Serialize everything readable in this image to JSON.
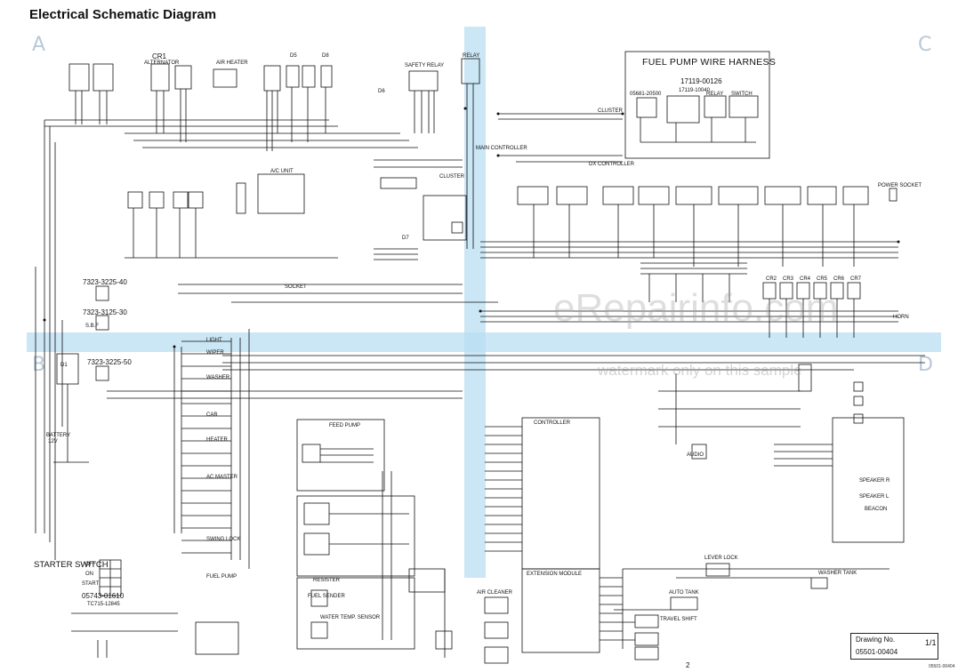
{
  "title": "Electrical Schematic Diagram",
  "zones": {
    "a": "A",
    "b": "B",
    "c": "C",
    "d": "D"
  },
  "watermark": {
    "main": "eRepairinfo.com",
    "sub": "watermark only on this sample"
  },
  "fuel_pump_harness": {
    "title": "FUEL PUMP WIRE HARNESS",
    "part_number": "17119-00126",
    "relay_label": "RELAY",
    "switch_label": "SWITCH",
    "relay_part": "17119-10040",
    "left_part": "05681-20500"
  },
  "components": {
    "cr1": "CR1",
    "alternator": "ALTERNATOR",
    "air_heater": "AIR HEATER",
    "safety_relay": "SAFETY RELAY",
    "relay": "RELAY",
    "cluster": "CLUSTER",
    "main_controller": "MAIN CONTROLLER",
    "dx_controller": "DX CONTROLLER",
    "ac_unit": "A/C UNIT",
    "socket": "SOCKET",
    "light": "LIGHT",
    "wiper": "WIPER",
    "cab": "CAB",
    "heater": "HEATER",
    "feed_pump": "FEED PUMP",
    "controller": "CONTROLLER",
    "extension_module": "EXTENSION MODULE",
    "air_cleaner": "AIR CLEANER",
    "water_temp_sensor": "WATER TEMP. SENSOR",
    "fuel_sender": "FUEL SENDER",
    "resister": "RESISTER",
    "horn": "HORN",
    "audio": "AUDIO",
    "speaker_r": "SPEAKER R",
    "speaker_l": "SPEAKER L",
    "beacon": "BEACON",
    "lever_lock": "LEVER LOCK",
    "washer_tank": "WASHER TANK",
    "auto_tank": "AUTO TANK",
    "travel_shift": "TRAVEL SHIFT",
    "power_socket": "POWER SOCKET",
    "battery": "BATTERY",
    "battery_volt": "12V",
    "fuel_pump": "FUEL PUMP",
    "d1": "D1",
    "d5": "D5",
    "d6": "D6",
    "d7": "D7",
    "d8": "D8",
    "cr2": "CR2",
    "cr3": "CR3",
    "cr4": "CR4",
    "cr5": "CR5",
    "cr6": "CR6",
    "cr7": "CR7",
    "fuse_1": "7323-3225-40",
    "fuse_2": "7323-3125-30",
    "fuse_3": "7323-3225-50",
    "sbf_label": "S.B.F",
    "washer": "WASHER",
    "ac_master": "AC MASTER",
    "swing_lock": "SWING LOCK"
  },
  "starter_switch": {
    "title": "STARTER SWITCH",
    "positions": [
      "OFF",
      "ON",
      "START"
    ],
    "part_a": "05743-01610",
    "part_b": "TC715-12845"
  },
  "drawing": {
    "label": "Drawing No.",
    "number": "05501-00404",
    "sheet": "1/1"
  },
  "page_number": "2",
  "code_corner": "05501-00404"
}
